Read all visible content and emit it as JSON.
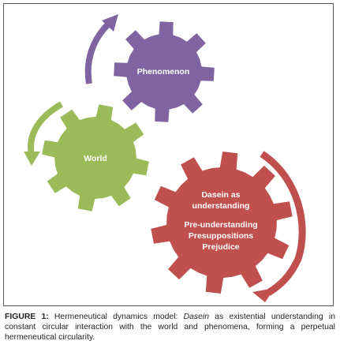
{
  "colors": {
    "phenomenon": "#8064a2",
    "world": "#9bbb59",
    "dasein": "#c0504d",
    "frame": "#5a5a5a"
  },
  "gears": {
    "phenomenon": {
      "label": "Phenomenon"
    },
    "world": {
      "label": "World"
    },
    "dasein": {
      "line1_italic": "Dasein",
      "line1_rest": " as",
      "line2": "understanding",
      "line3": "Pre-understanding",
      "line4": "Presuppositions",
      "line5": "Prejudice"
    }
  },
  "arrows": [
    {
      "name": "purple-arrow",
      "color_key": "phenomenon"
    },
    {
      "name": "green-arrow",
      "color_key": "world"
    },
    {
      "name": "red-arrow",
      "color_key": "dasein"
    }
  ],
  "caption": {
    "label": "FIGURE 1:",
    "text_before": " Hermeneutical dynamics model: ",
    "italic_word": "Dasein",
    "text_after": " as existential understanding in constant circular interaction with the world and phenomena, forming a perpetual hermeneutical circularity."
  }
}
